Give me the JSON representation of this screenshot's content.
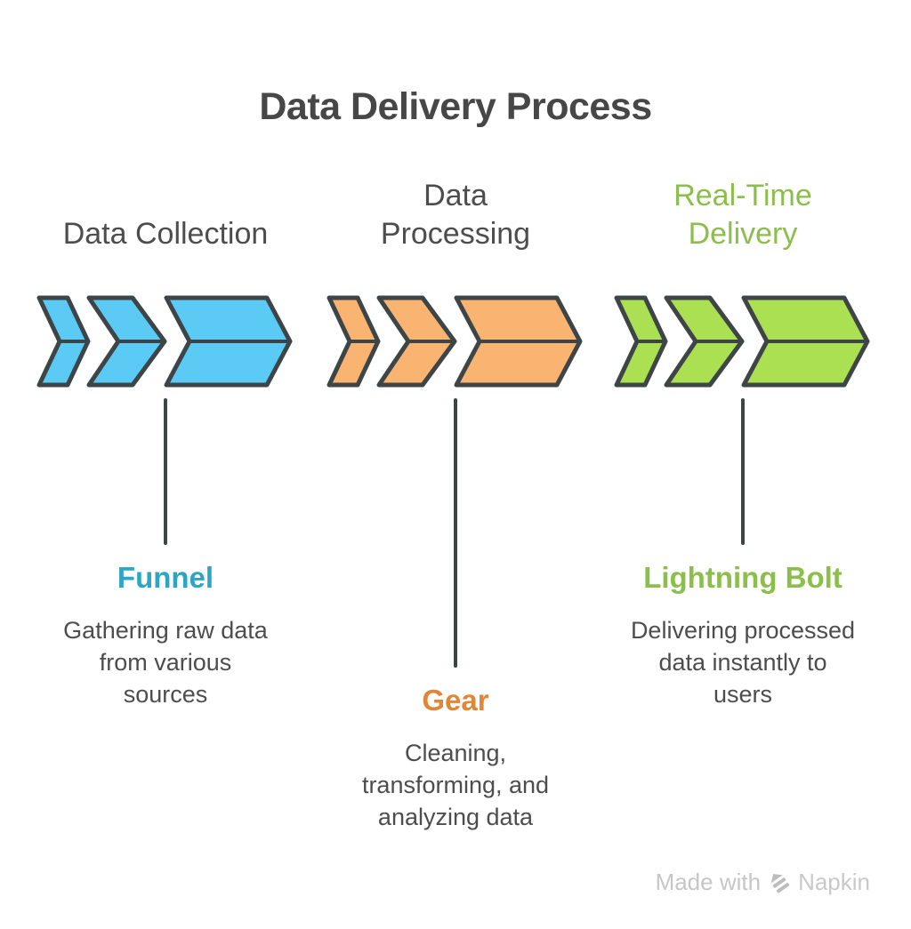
{
  "title": "Data Delivery Process",
  "columns": [
    {
      "header": "Data Collection",
      "header_color": "#4d4d4d",
      "chevron_fill": "#5bcbf5",
      "chevron_outline": "#3e4547",
      "label": "Funnel",
      "label_color": "#2ca6c4",
      "description": "Gathering raw data\nfrom various\nsources",
      "connector_height": 165
    },
    {
      "header": "Data\nProcessing",
      "header_color": "#4d4d4d",
      "chevron_fill": "#f9b472",
      "chevron_outline": "#3e4547",
      "label": "Gear",
      "label_color": "#e08638",
      "description": "Cleaning,\ntransforming, and\nanalyzing data",
      "connector_height": 303
    },
    {
      "header": "Real-Time\nDelivery",
      "header_color": "#8cbe4b",
      "chevron_fill": "#abe052",
      "chevron_outline": "#3e4547",
      "label": "Lightning Bolt",
      "label_color": "#8cbe4b",
      "description": "Delivering processed\ndata instantly to\nusers",
      "connector_height": 165
    }
  ],
  "watermark": {
    "prefix": "Made with",
    "brand": "Napkin"
  },
  "colors": {
    "background": "#ffffff",
    "title": "#474747",
    "connector": "#3f4446",
    "watermark": "#c6c6c6"
  }
}
